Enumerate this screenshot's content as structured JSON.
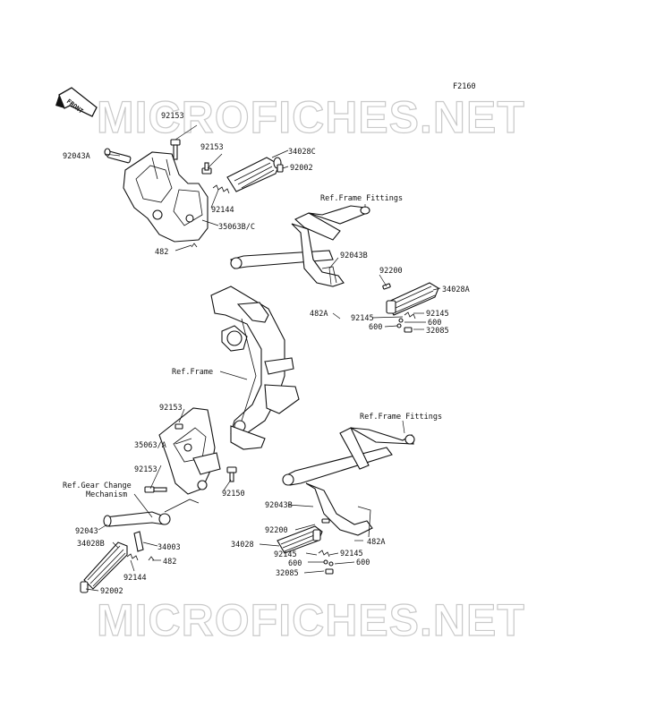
{
  "figure_code": "F2160",
  "front_arrow_label": "FRONT",
  "watermarks": [
    "MICROFICHES.NET",
    "MICROFICHES.NET"
  ],
  "labels": {
    "p92153_a": "92153",
    "p92043A": "92043A",
    "p92153_b": "92153",
    "p34028C": "34028C",
    "p92002_a": "92002",
    "p92144_a": "92144",
    "p35063BC": "35063B/C",
    "p482_a": "482",
    "ref_frame_fittings_a": "Ref.Frame Fittings",
    "p92043B_a": "92043B",
    "p92200_a": "92200",
    "p34028A": "34028A",
    "p482A_a": "482A",
    "p92145_a": "92145",
    "p92145_b": "92145",
    "p600_a": "600",
    "p600_b": "600",
    "p32085_a": "32085",
    "ref_frame": "Ref.Frame",
    "p92153_c": "92153",
    "p35063A": "35063/A",
    "ref_frame_fittings_b": "Ref.Frame Fittings",
    "p92153_d": "92153",
    "p92150": "92150",
    "ref_gear_change_1": "Ref.Gear Change",
    "ref_gear_change_2": "Mechanism",
    "p92043": "92043",
    "p34028B": "34028B",
    "p34003": "34003",
    "p482_b": "482",
    "p92144_b": "92144",
    "p92002_b": "92002",
    "p92043B_b": "92043B",
    "p92200_b": "92200",
    "p34028": "34028",
    "p482A_b": "482A",
    "p92145_c": "92145",
    "p92145_d": "92145",
    "p600_c": "600",
    "p600_d": "600",
    "p32085_b": "32085"
  }
}
